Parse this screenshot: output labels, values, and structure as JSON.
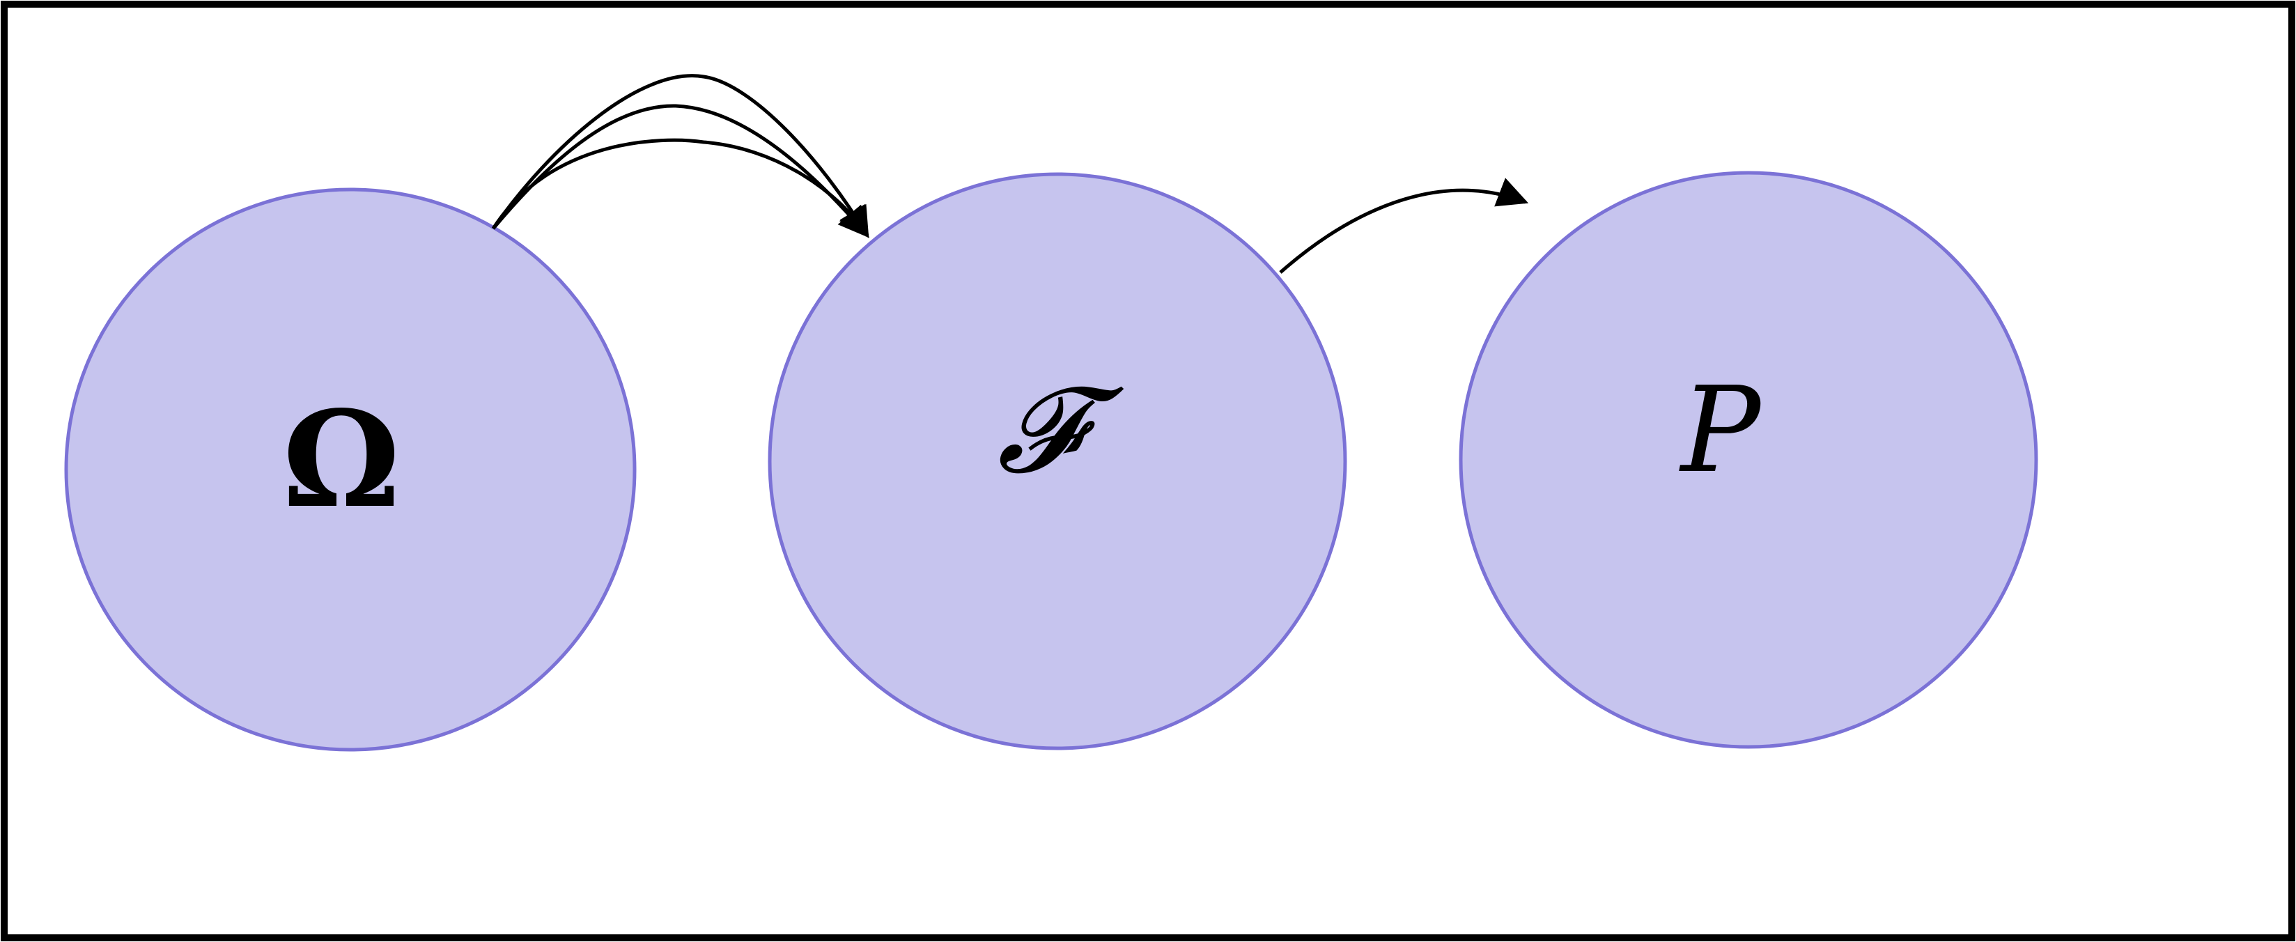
{
  "diagram": {
    "nodes": [
      {
        "id": "omega",
        "label": "Ω",
        "style": "upright"
      },
      {
        "id": "f",
        "label": "𝓕",
        "style": "script"
      },
      {
        "id": "p",
        "label": "P",
        "style": "italic"
      }
    ],
    "edges": [
      {
        "from": "omega",
        "to": "f"
      },
      {
        "from": "omega",
        "to": "f"
      },
      {
        "from": "omega",
        "to": "f"
      },
      {
        "from": "f",
        "to": "p"
      }
    ]
  },
  "colors": {
    "frame": "#000000",
    "node_fill": "#c6c4ee",
    "node_stroke": "#7b72d6",
    "edge": "#000000",
    "label": "#000000"
  }
}
